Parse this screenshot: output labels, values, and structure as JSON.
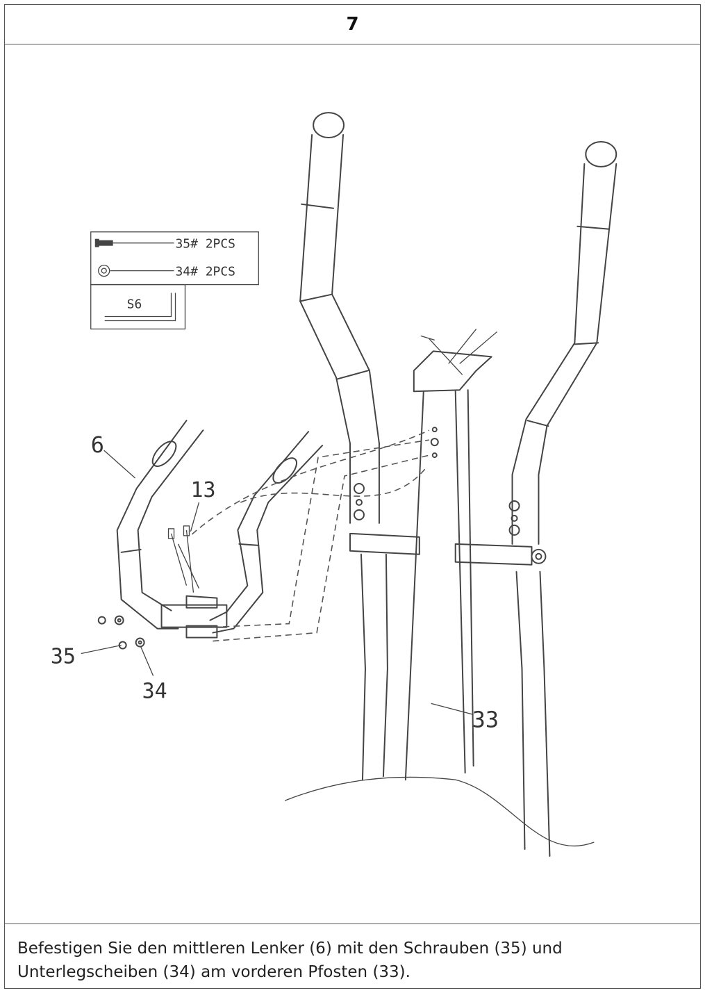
{
  "step": {
    "number": "7"
  },
  "parts_box": {
    "items": [
      {
        "label": "35# 2PCS",
        "icon": "bolt-icon"
      },
      {
        "label": "34# 2PCS",
        "icon": "washer-icon"
      }
    ],
    "tool": {
      "label": "S6",
      "icon": "allen-key-icon"
    }
  },
  "callouts": {
    "handlebar": "6",
    "cable": "13",
    "bolt": "35",
    "washer": "34",
    "post": "33"
  },
  "instructions": {
    "line1": "Befestigen Sie den mittleren Lenker (6) mit den Schrauben (35) und",
    "line2": "Unterlegscheiben (34) am vorderen Pfosten (33)."
  }
}
